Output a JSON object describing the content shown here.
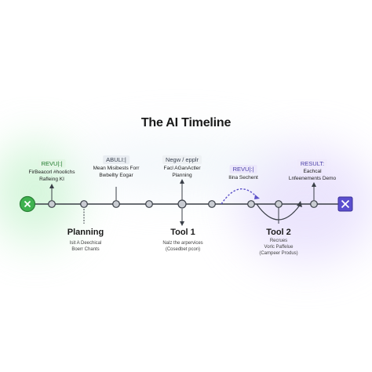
{
  "title": "The AI Timeline",
  "colors": {
    "line": "#3a3f47",
    "node_fill": "#c9ccd2",
    "node_stroke": "#3a3f47",
    "start_fill": "#3fb24f",
    "end_fill": "#5b4fcf",
    "dashed": "#5b50c8",
    "green_glow": "#b9f0c4",
    "purple_glow": "#dcd3fb"
  },
  "icons": {
    "start": "x-icon",
    "end": "x-icon"
  },
  "top_labels": [
    {
      "tag": "REVU|:|",
      "lines": [
        "FirBeacorl #hoolichs",
        "Rafleing KI"
      ],
      "tag_color": "#1f7a2c",
      "tag_bg": "#e3f6e5"
    },
    {
      "tag": "ABULI:|",
      "lines": [
        "Mean Misibests Forr",
        "Bwbellty Eogar"
      ],
      "tag_color": "#3c4452",
      "tag_bg": "#e9edf2"
    },
    {
      "tag": "Negw / epplr",
      "lines": [
        "Facl AGanActler",
        "Planning"
      ],
      "tag_color": "#3c4452",
      "tag_bg": "#eef1f4"
    },
    {
      "tag": "REVU|:|",
      "lines": [
        "Ilina Sechent"
      ],
      "tag_color": "#4a3fa8",
      "tag_bg": "#ece8fb"
    },
    {
      "tag": "RESULT:",
      "lines": [
        "Eachcal",
        "Lnfeenements Demo"
      ],
      "tag_color": "#4a3fa8",
      "tag_bg": "#efeafb"
    }
  ],
  "stages": [
    {
      "name": "Planning",
      "lines": [
        "Isit A Deechical",
        "Boerr Chants"
      ]
    },
    {
      "name": "Tool 1",
      "lines": [
        "Nalz the arpervices",
        "(Cosedbet pcon)"
      ]
    },
    {
      "name": "Tool 2",
      "lines": [
        "Recrues",
        "Vorlc Paffelue",
        "(Campeer Produs)"
      ]
    }
  ]
}
